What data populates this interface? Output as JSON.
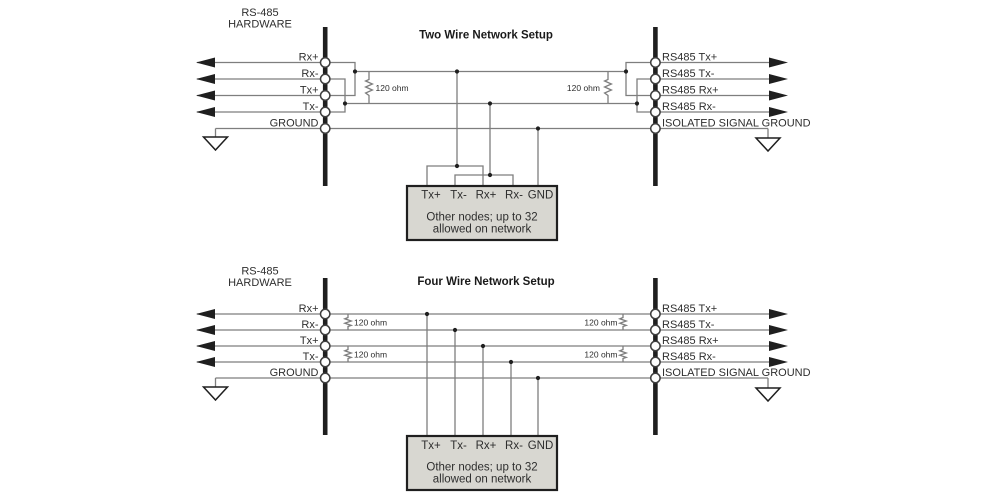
{
  "background": "#ffffff",
  "colors": {
    "wire": "#7e7e7e",
    "ink": "#1f1f1f",
    "text": "#2e2e2e",
    "box_fill": "#d8d7d1",
    "box_border": "#1f1f1f"
  },
  "two_wire": {
    "title": "Two Wire Network Setup",
    "hardware_label": {
      "line1": "RS-485",
      "line2": "HARDWARE"
    },
    "left_signals": [
      "Rx+",
      "Rx-",
      "Tx+",
      "Tx-",
      "GROUND"
    ],
    "right_signals": [
      "RS485 Tx+",
      "RS485 Tx-",
      "RS485 Rx+",
      "RS485 Rx-",
      "ISOLATED SIGNAL GROUND"
    ],
    "resistors": [
      "120 ohm",
      "120 ohm"
    ],
    "node_box": {
      "terminals": [
        "Tx+",
        "Tx-",
        "Rx+",
        "Rx-",
        "GND"
      ],
      "caption_line1": "Other nodes; up to 32",
      "caption_line2": "allowed on network"
    }
  },
  "four_wire": {
    "title": "Four Wire Network Setup",
    "hardware_label": {
      "line1": "RS-485",
      "line2": "HARDWARE"
    },
    "left_signals": [
      "Rx+",
      "Rx-",
      "Tx+",
      "Tx-",
      "GROUND"
    ],
    "right_signals": [
      "RS485 Tx+",
      "RS485 Tx-",
      "RS485 Rx+",
      "RS485 Rx-",
      "ISOLATED SIGNAL GROUND"
    ],
    "resistors": [
      "120 ohm",
      "120 ohm",
      "120 ohm",
      "120 ohm"
    ],
    "node_box": {
      "terminals": [
        "Tx+",
        "Tx-",
        "Rx+",
        "Rx-",
        "GND"
      ],
      "caption_line1": "Other nodes; up to 32",
      "caption_line2": "allowed on network"
    }
  }
}
